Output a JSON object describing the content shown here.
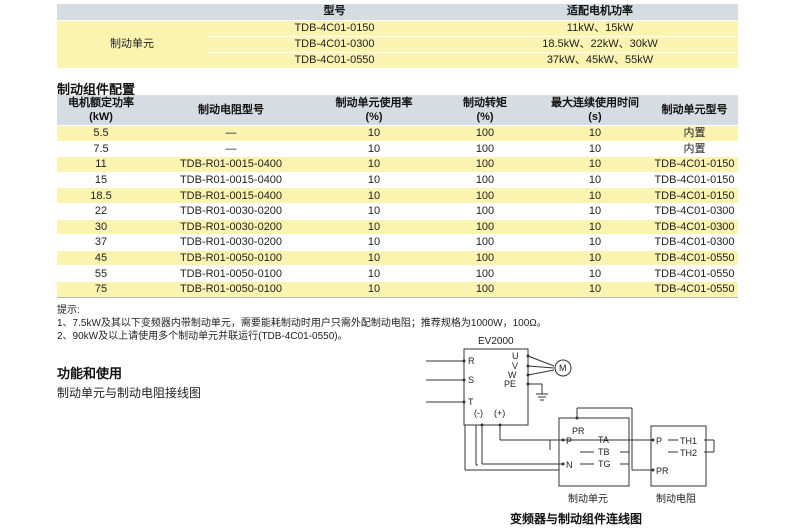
{
  "unit_table": {
    "headers": [
      "",
      "型号",
      "适配电机功率"
    ],
    "row_label": "制动单元",
    "rows": [
      {
        "model": "TDB-4C01-0150",
        "power": "11kW、15kW"
      },
      {
        "model": "TDB-4C01-0300",
        "power": "18.5kW、22kW、30kW"
      },
      {
        "model": "TDB-4C01-0550",
        "power": "37kW、45kW、55kW"
      }
    ]
  },
  "config": {
    "title": "制动组件配置",
    "headers": [
      {
        "line1": "电机额定功率",
        "line2": "(kW)"
      },
      {
        "line1": "制动电阻型号",
        "line2": ""
      },
      {
        "line1": "制动单元使用率",
        "line2": "(%)"
      },
      {
        "line1": "制动转矩",
        "line2": "(%)"
      },
      {
        "line1": "最大连续使用时间",
        "line2": "(s)"
      },
      {
        "line1": "制动单元型号",
        "line2": ""
      }
    ],
    "rows": [
      [
        "5.5",
        "—",
        "10",
        "100",
        "10",
        "内置"
      ],
      [
        "7.5",
        "—",
        "10",
        "100",
        "10",
        "内置"
      ],
      [
        "11",
        "TDB-R01-0015-0400",
        "10",
        "100",
        "10",
        "TDB-4C01-0150"
      ],
      [
        "15",
        "TDB-R01-0015-0400",
        "10",
        "100",
        "10",
        "TDB-4C01-0150"
      ],
      [
        "18.5",
        "TDB-R01-0015-0400",
        "10",
        "100",
        "10",
        "TDB-4C01-0150"
      ],
      [
        "22",
        "TDB-R01-0030-0200",
        "10",
        "100",
        "10",
        "TDB-4C01-0300"
      ],
      [
        "30",
        "TDB-R01-0030-0200",
        "10",
        "100",
        "10",
        "TDB-4C01-0300"
      ],
      [
        "37",
        "TDB-R01-0030-0200",
        "10",
        "100",
        "10",
        "TDB-4C01-0300"
      ],
      [
        "45",
        "TDB-R01-0050-0100",
        "10",
        "100",
        "10",
        "TDB-4C01-0550"
      ],
      [
        "55",
        "TDB-R01-0050-0100",
        "10",
        "100",
        "10",
        "TDB-4C01-0550"
      ],
      [
        "75",
        "TDB-R01-0050-0100",
        "10",
        "100",
        "10",
        "TDB-4C01-0550"
      ]
    ]
  },
  "notes": {
    "label": "提示:",
    "items": [
      "1、7.5kW及其以下变频器内带制动单元，需要能耗制动时用户只需外配制动电阻；推荐规格为1000W，100Ω。",
      "2、90kW及以上请使用多个制动单元并联运行(TDB-4C01-0550)。"
    ]
  },
  "function": {
    "title": "功能和使用",
    "subtitle": "制动单元与制动电阻接线图"
  },
  "diagram": {
    "inverter_label": "EV2000",
    "inputs": [
      "R",
      "S",
      "T"
    ],
    "outputs": [
      "U",
      "V",
      "W",
      "PE"
    ],
    "motor_label": "M",
    "dc_minus": "(-)",
    "dc_plus": "(+)",
    "unit_terminals": [
      "PR",
      "P",
      "TA",
      "TB",
      "TG",
      "N"
    ],
    "resistor_terminals": [
      "P",
      "TH1",
      "TH2",
      "PR"
    ],
    "unit_label": "制动单元",
    "resistor_label": "制动电阻",
    "caption": "变频器与制动组件连线图"
  }
}
